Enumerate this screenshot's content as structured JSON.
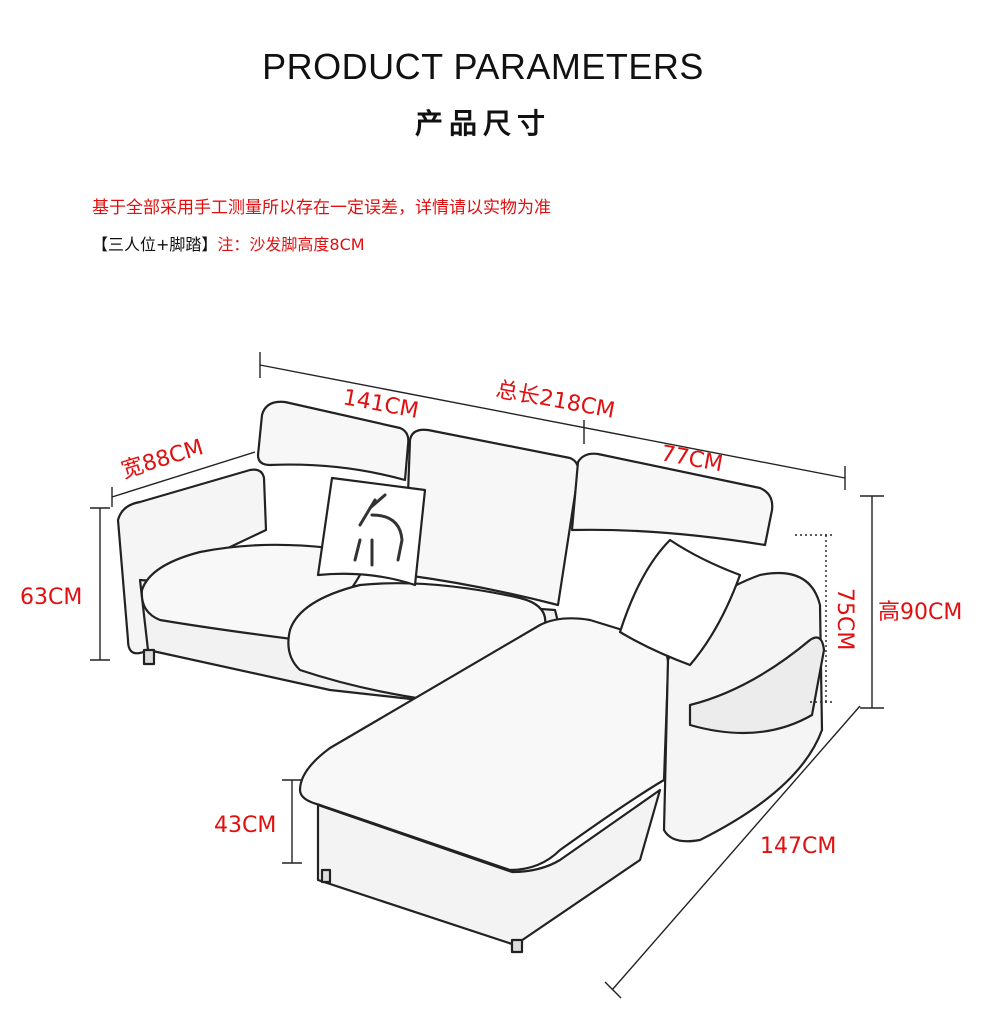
{
  "header": {
    "title_en": "PRODUCT PARAMETERS",
    "title_cn": "产品尺寸"
  },
  "notes": {
    "line1": "基于全部采用手工测量所以存在一定误差，详情请以实物为准",
    "line2_bracket": "【三人位+脚踏】",
    "line2_note": "注：沙发脚高度8CM"
  },
  "dimensions": {
    "total_length": "总长218CM",
    "left_length": "141CM",
    "right_length": "77CM",
    "width": "宽88CM",
    "back_height": "63CM",
    "seat_height": "43CM",
    "arm_height": "75CM",
    "total_height": "高90CM",
    "chaise_length": "147CM"
  },
  "colors": {
    "dimension_text": "#e01010",
    "line": "#222222"
  }
}
